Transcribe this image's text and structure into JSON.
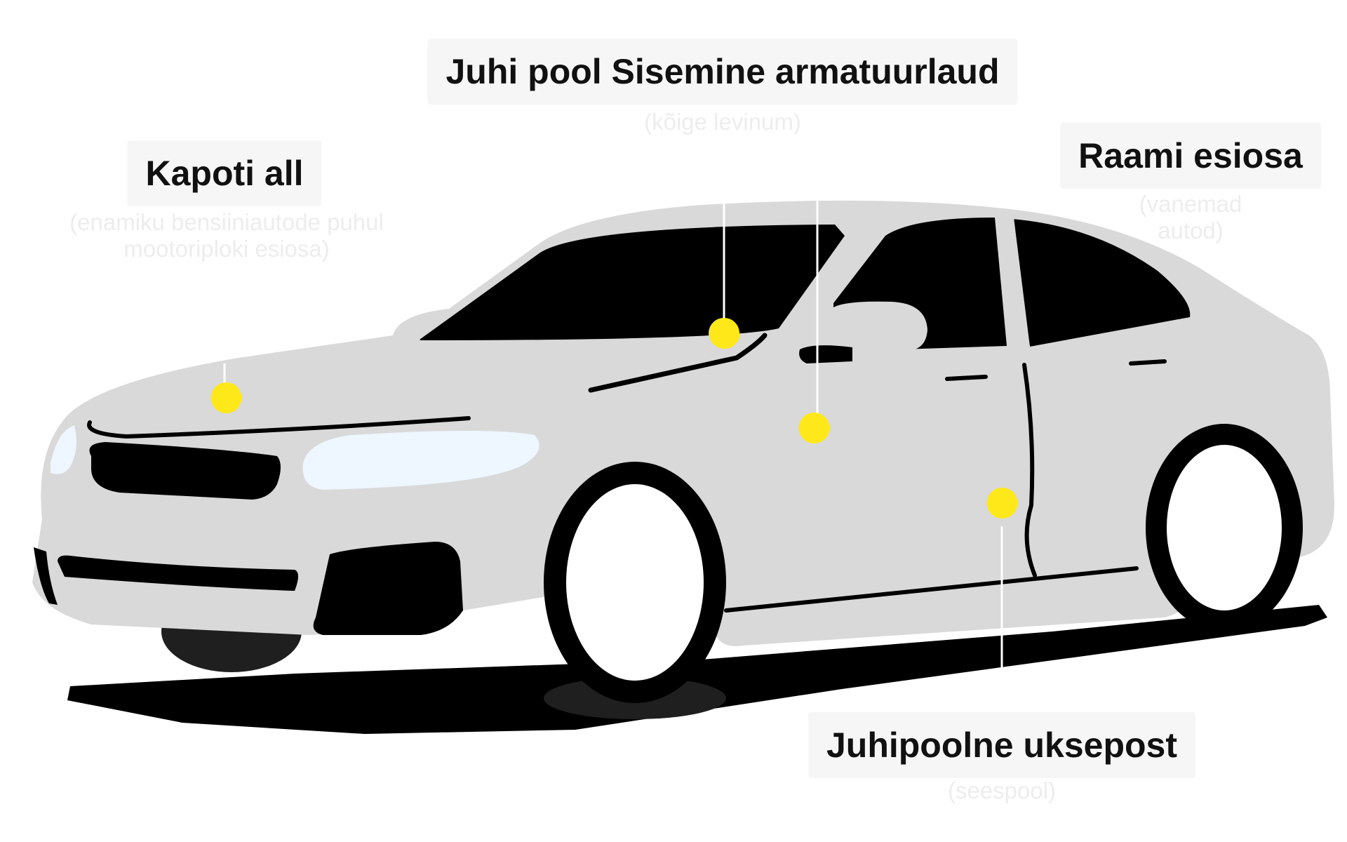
{
  "labels": {
    "dashboard": {
      "title": "Juhi pool Sisemine armatuurlaud",
      "subtitle": "(kõige levinum)"
    },
    "hood": {
      "title": "Kapoti all",
      "subtitle_line1": "(enamiku bensiiniautode puhul",
      "subtitle_line2": "mootoriploki esiosa)"
    },
    "frame": {
      "title": "Raami esiosa",
      "subtitle": "(vanemad autod)"
    },
    "door_post": {
      "title": "Juhipoolne uksepost",
      "subtitle": "(seespool)"
    }
  },
  "colors": {
    "body": "#d9d9d9",
    "trim": "#000000",
    "headlight": "#eef6ff",
    "marker": "#ffe81a",
    "label_bg": "#f6f6f6"
  },
  "icons": {
    "car": "sedan-car-illustration",
    "marker": "location-dot"
  }
}
